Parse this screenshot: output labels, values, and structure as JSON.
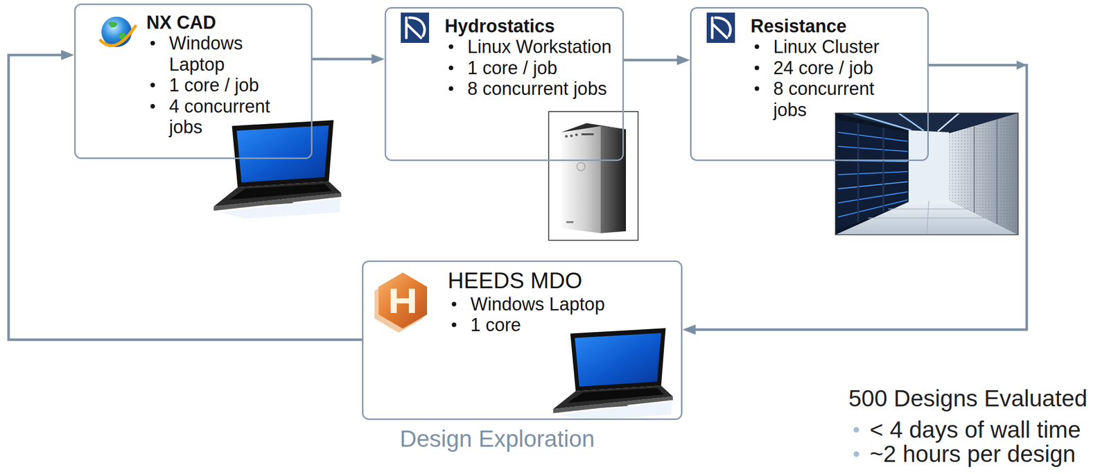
{
  "diagram": {
    "nodes": [
      {
        "text": [
          "NX CAD",
          "Windows Laptop",
          "1 core / job",
          "4 concurrent jobs"
        ]
      },
      {
        "text": [
          "Hydrostatics",
          "Linux Workstation",
          "1 core / job",
          "8 concurrent jobs"
        ]
      },
      {
        "text": [
          "Resistance",
          "Linux Cluster",
          "24 core / job",
          "8 concurrent jobs"
        ]
      },
      {
        "text": [
          "HEEDS MDO",
          "Windows Laptop",
          "1 core",
          "Design Exploration"
        ]
      }
    ],
    "edges": [
      {
        "from": 0,
        "to": 1,
        "arrow": "to"
      },
      {
        "from": 1,
        "to": 2,
        "arrow": "to"
      },
      {
        "from": 2,
        "to": 3,
        "arrow": "to"
      },
      {
        "from": 3,
        "to": 0,
        "arrow": "to"
      }
    ],
    "labels": [
      "500 Designs Evaluated",
      "< 4 days of wall time",
      "~2 hours per design"
    ]
  }
}
